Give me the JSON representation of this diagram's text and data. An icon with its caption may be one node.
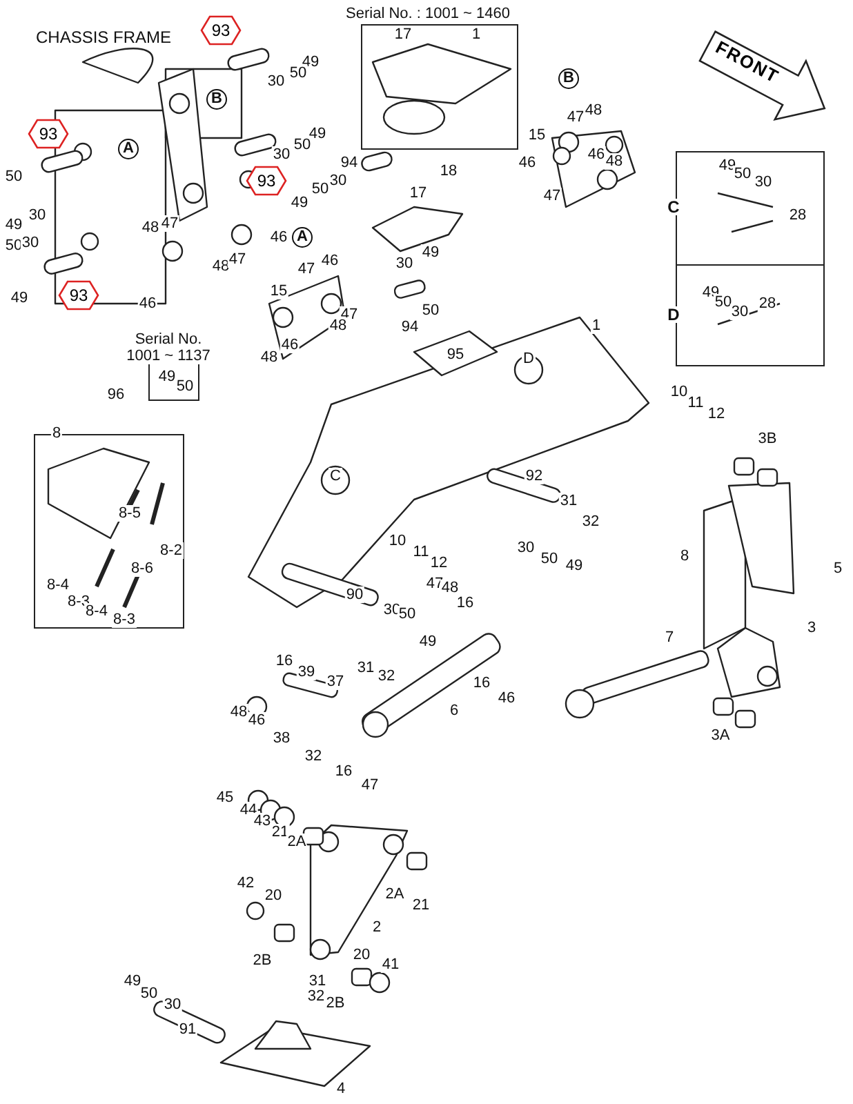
{
  "diagram": {
    "nodes": [
      {
        "text": [
          "93"
        ]
      },
      {
        "text": [
          "93"
        ]
      },
      {
        "text": [
          "93"
        ]
      },
      {
        "text": [
          "93"
        ]
      },
      {
        "text": [
          "FRONT"
        ]
      }
    ],
    "labels": [
      "CHASSIS FRAME",
      "Serial No. : 1001 ~ 1460",
      "17",
      "1",
      "49",
      "50",
      "30",
      "B",
      "B",
      "49",
      "50",
      "30",
      "A",
      "47",
      "48",
      "15",
      "18",
      "94",
      "30",
      "50",
      "49",
      "50",
      "30",
      "49",
      "17",
      "46",
      "46",
      "48",
      "47",
      "C",
      "49",
      "50",
      "30",
      "28",
      "48",
      "47",
      "48",
      "47",
      "46",
      "A",
      "50",
      "30",
      "49",
      "46",
      "30",
      "49",
      "50",
      "94",
      "47",
      "46",
      "15",
      "47",
      "48",
      "48",
      "46",
      "D",
      "49",
      "50",
      "30",
      "28",
      "Serial No. 1001 ~ 1137",
      "49",
      "50",
      "95",
      "D",
      "1",
      "96",
      "10",
      "11",
      "12",
      "8",
      "C",
      "8-5",
      "8-2",
      "8-6",
      "8-4",
      "8-3",
      "8-4",
      "8-3",
      "3B",
      "92",
      "31",
      "32",
      "10",
      "11",
      "12",
      "30",
      "50",
      "49",
      "8",
      "5",
      "47",
      "48",
      "90",
      "16",
      "30",
      "50",
      "49",
      "7",
      "3",
      "16",
      "39",
      "31",
      "32",
      "37",
      "16",
      "48",
      "46",
      "6",
      "46",
      "38",
      "3A",
      "32",
      "16",
      "47",
      "45",
      "44",
      "43",
      "21",
      "2A",
      "42",
      "20",
      "2A",
      "21",
      "2",
      "2B",
      "20",
      "41",
      "31",
      "32",
      "2B",
      "49",
      "50",
      "30",
      "91",
      "4"
    ]
  }
}
